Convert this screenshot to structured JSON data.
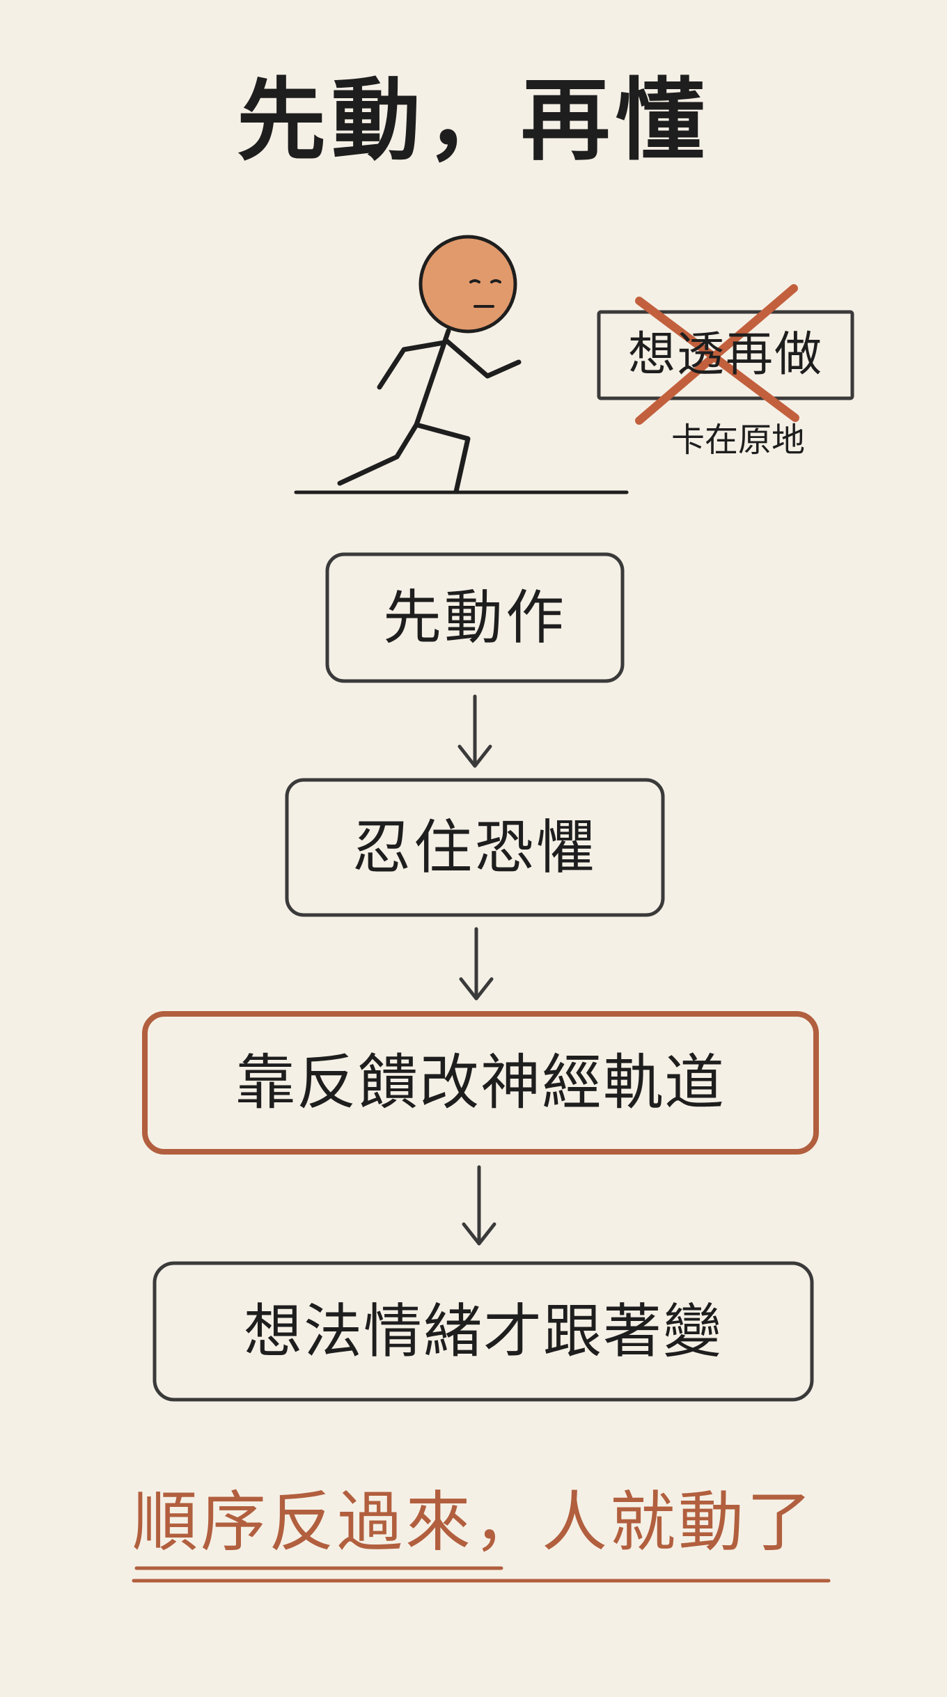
{
  "title": "先動，再懂",
  "rejected": {
    "label": "想透再做",
    "note": "卡在原地"
  },
  "steps": [
    {
      "label": "先動作",
      "highlight": false
    },
    {
      "label": "忍住恐懼",
      "highlight": false
    },
    {
      "label": "靠反饋改神經軌道",
      "highlight": true
    },
    {
      "label": "想法情緒才跟著變",
      "highlight": false
    }
  ],
  "conclusion": "順序反過來，人就動了",
  "colors": {
    "background": "#f5f0e6",
    "ink": "#1e1e1e",
    "box_border": "#3a3a3a",
    "accent": "#b15f3e",
    "cross": "#c2603d",
    "skin": "#e19a6c"
  },
  "icons": [
    "running-stick-figure-icon",
    "cross-out-icon",
    "down-arrow-icon"
  ]
}
